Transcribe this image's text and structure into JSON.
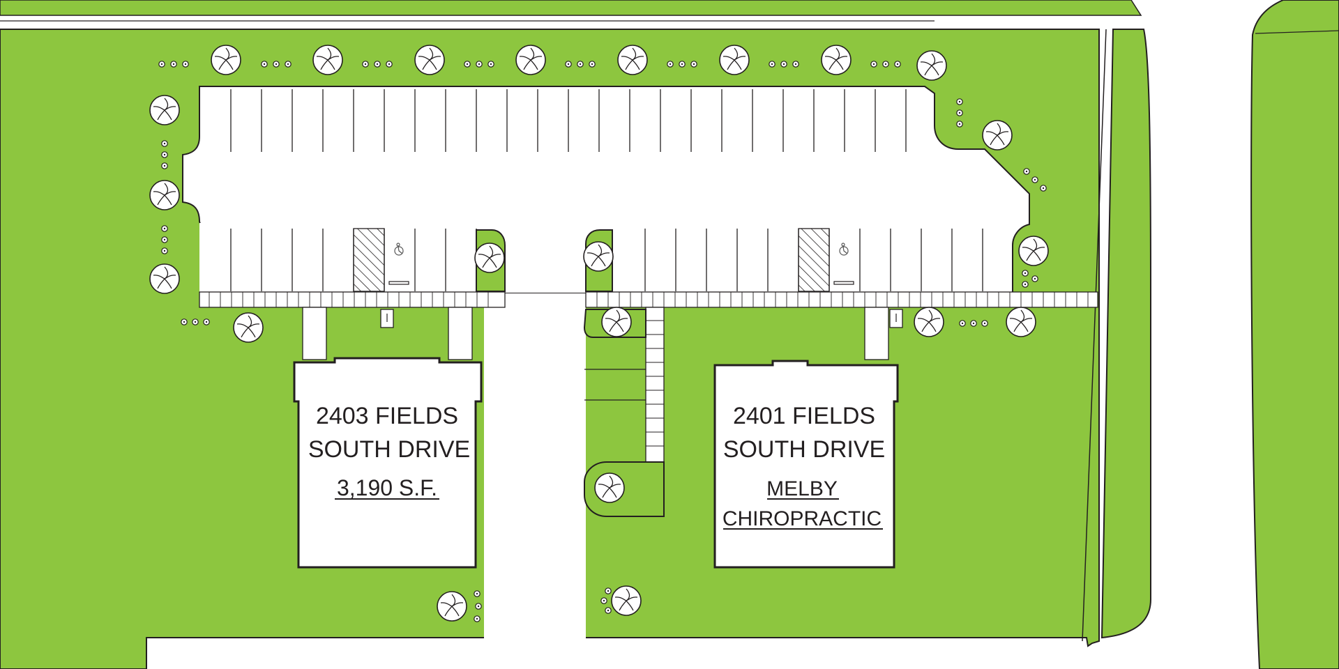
{
  "colors": {
    "grass": "#8dc63f",
    "pavement": "#ffffff",
    "outline": "#231f20",
    "tree_fill": "#ffffff"
  },
  "buildings": [
    {
      "address_line1": "2403 FIELDS",
      "address_line2": "SOUTH DRIVE",
      "detail": "3,190 S.F.",
      "detail_underlined": true
    },
    {
      "address_line1": "2401 FIELDS",
      "address_line2": "SOUTH DRIVE",
      "tenant_line1": "MELBY",
      "tenant_line2": "CHIROPRACTIC",
      "tenant_underlined": true
    }
  ],
  "icons": {
    "accessible_parking": "wheelchair-symbol-icon",
    "tree": "tree-canopy-icon",
    "shrub": "shrub-icon"
  }
}
